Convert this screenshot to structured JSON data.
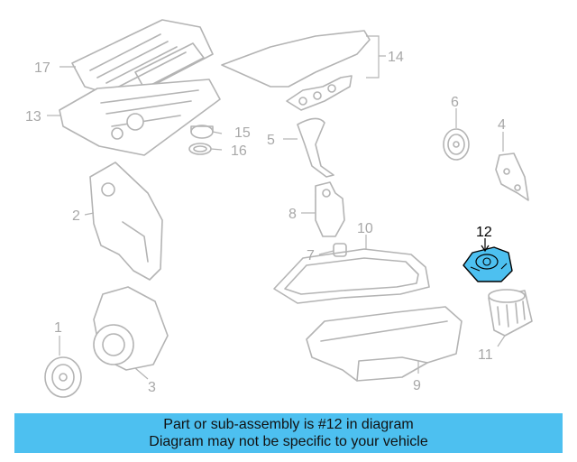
{
  "callouts": {
    "c1": "1",
    "c2": "2",
    "c3": "3",
    "c4": "4",
    "c5": "5",
    "c6": "6",
    "c7": "7",
    "c8": "8",
    "c9": "9",
    "c10": "10",
    "c11": "11",
    "c12": "12",
    "c13": "13",
    "c14": "14",
    "c15": "15",
    "c16": "16",
    "c17": "17"
  },
  "highlighted_part": "12",
  "colors": {
    "highlight_fill": "#4dc0f0",
    "line_gray": "#b4b4b4",
    "banner_bg": "#4dc0f0"
  },
  "banner": {
    "line1": "Part or sub-assembly is #12 in diagram",
    "line2": "Diagram may not be specific to your vehicle"
  }
}
